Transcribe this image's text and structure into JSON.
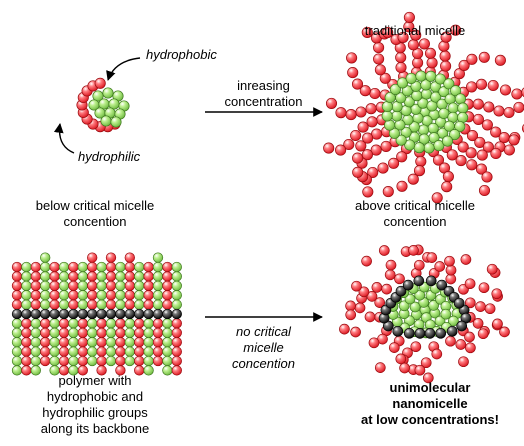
{
  "labels": {
    "hydrophobic": "hydrophobic",
    "hydrophilic": "hydrophilic",
    "increasing_1": "inreasing",
    "increasing_2": "concentration",
    "traditional": "traditional micelle",
    "below_1": "below critical micelle",
    "below_2": "concention",
    "above_1": "above critical micelle",
    "above_2": "concention",
    "no_crit_1": "no critical",
    "no_crit_2": "micelle",
    "no_crit_3": "concention",
    "polymer_1": "polymer with",
    "polymer_2": "hydrophobic and",
    "polymer_3": "hydrophilic groups",
    "polymer_4": "along its backbone",
    "uni_1": "unimolecular",
    "uni_2": "nanomicelle",
    "uni_3": "at low concentrations!"
  },
  "colors": {
    "hydrophilic_red": "#ea1c24",
    "hydrophobic_green": "#8cd15a",
    "backbone_black": "#111111"
  }
}
